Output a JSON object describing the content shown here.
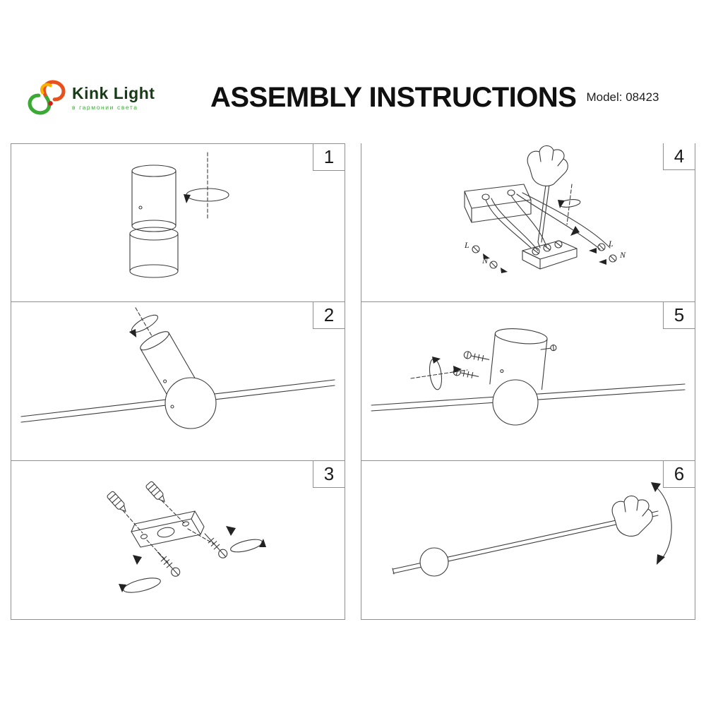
{
  "header": {
    "brand": "Kink Light",
    "tagline": "в гармонии света",
    "title": "ASSEMBLY INSTRUCTIONS",
    "model": "Model: 08423"
  },
  "colors": {
    "brand_green": "#3aaa35",
    "brand_orange": "#e8501e",
    "brand_yellow": "#f9b000",
    "line_ink": "#3c3c3c"
  },
  "panels": [
    {
      "number": "1"
    },
    {
      "number": "2"
    },
    {
      "number": "3"
    },
    {
      "number": "4",
      "wiring_labels": {
        "left_l": "L",
        "left_n": "N",
        "right_l": "L",
        "right_n": "N"
      }
    },
    {
      "number": "5"
    },
    {
      "number": "6"
    }
  ]
}
